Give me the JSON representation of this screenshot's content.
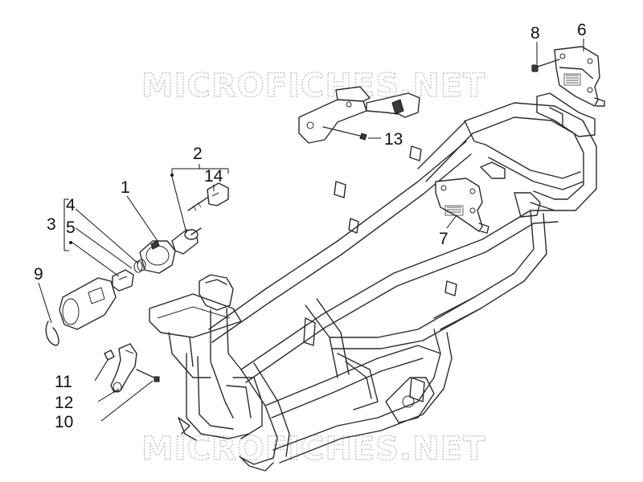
{
  "watermark": {
    "top": "MICROFICHES.NET",
    "bottom": "MICROFICHES.NET"
  },
  "callouts": [
    {
      "id": "c1",
      "text": "1"
    },
    {
      "id": "c2",
      "text": "2"
    },
    {
      "id": "c3",
      "text": "3"
    },
    {
      "id": "c4",
      "text": "4"
    },
    {
      "id": "c5",
      "text": "5"
    },
    {
      "id": "c6",
      "text": "6"
    },
    {
      "id": "c7",
      "text": "7"
    },
    {
      "id": "c8",
      "text": "8"
    },
    {
      "id": "c9",
      "text": "9"
    },
    {
      "id": "c10",
      "text": "10"
    },
    {
      "id": "c11",
      "text": "11"
    },
    {
      "id": "c12",
      "text": "12"
    },
    {
      "id": "c13",
      "text": "13"
    },
    {
      "id": "c14",
      "text": "14"
    }
  ]
}
